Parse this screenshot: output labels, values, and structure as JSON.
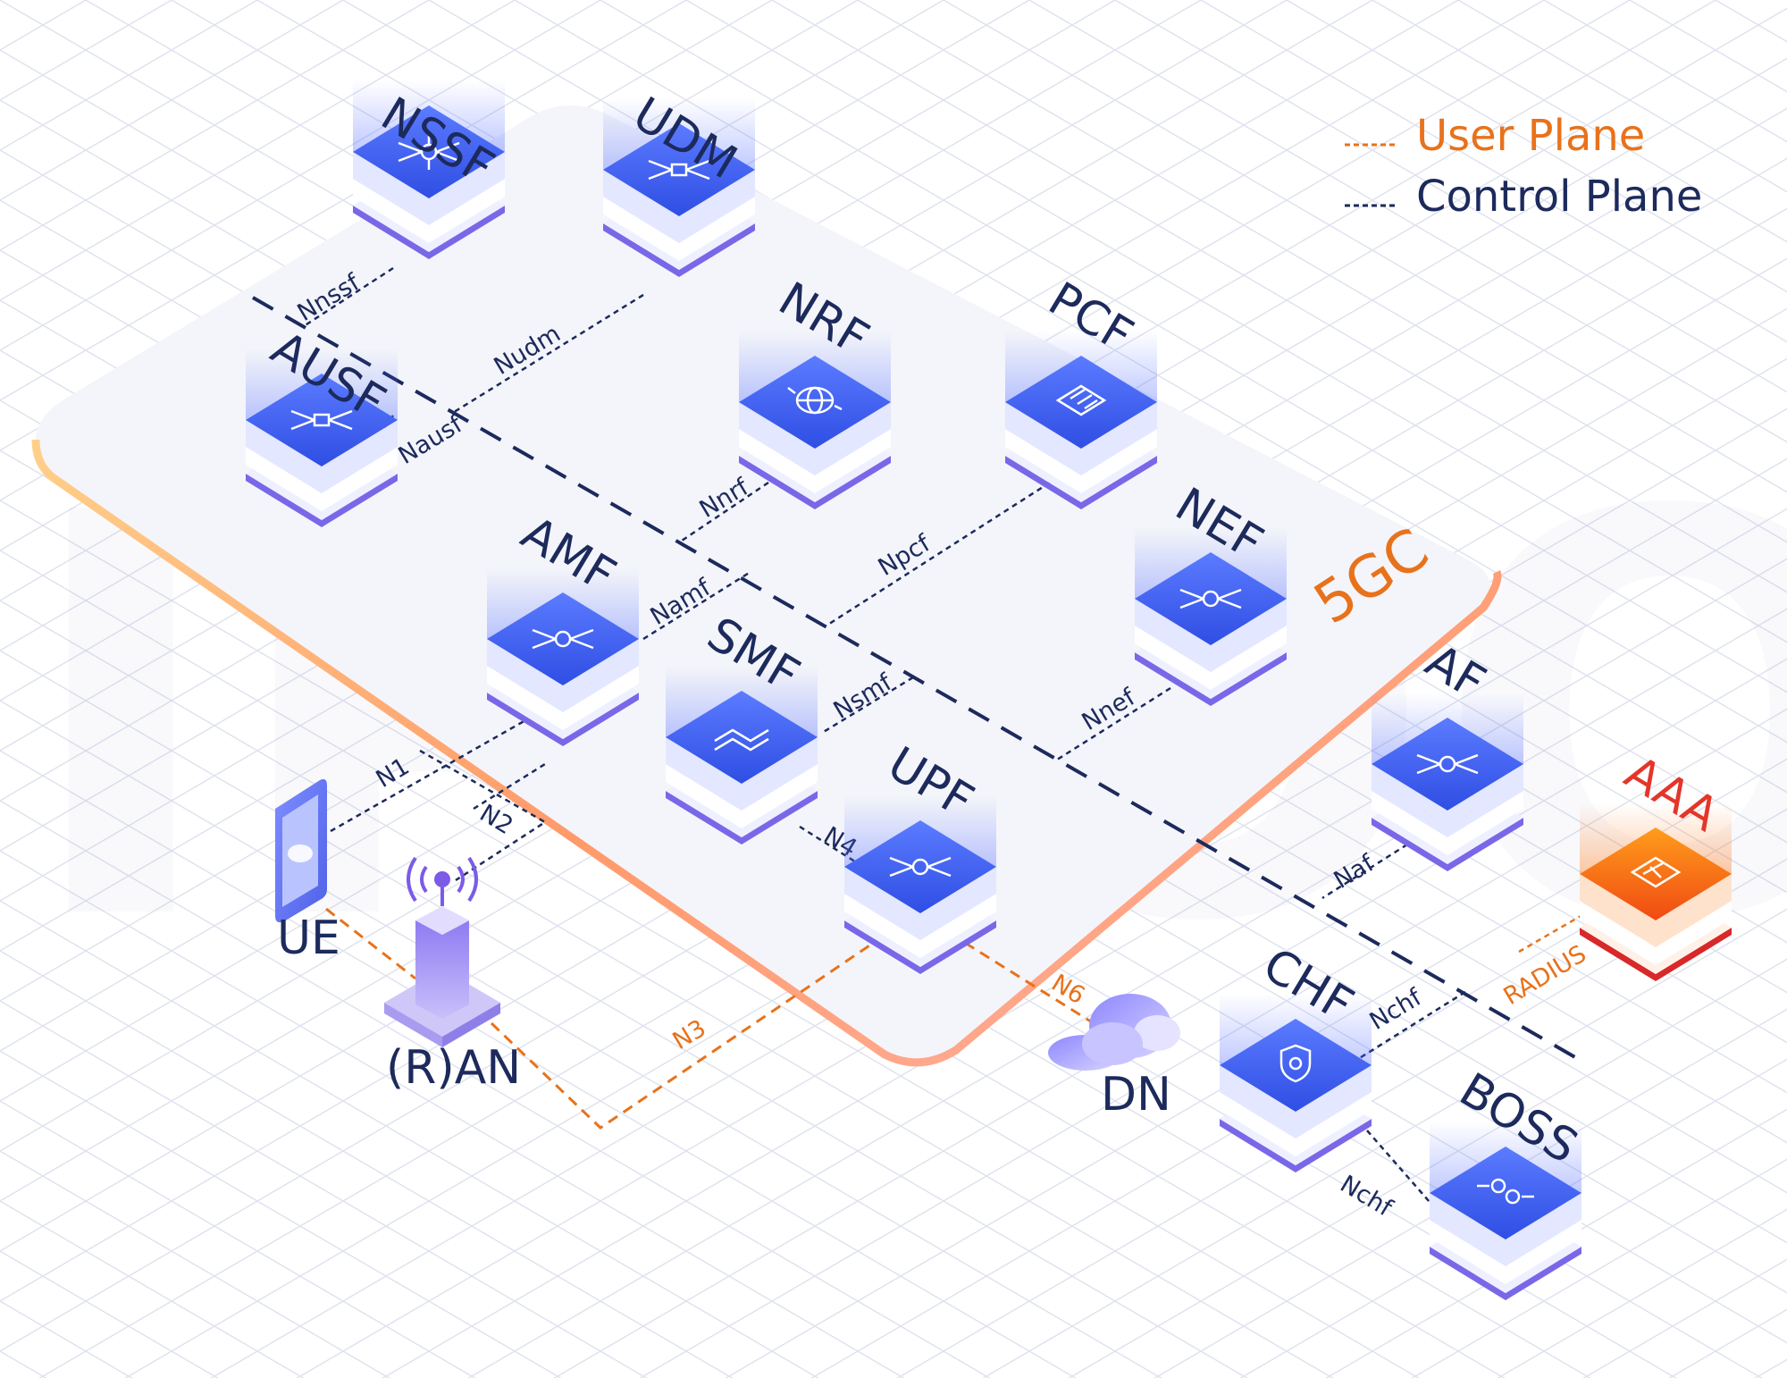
{
  "legend": {
    "user_plane": "User Plane",
    "control_plane": "Control Plane"
  },
  "core_label": "5GC",
  "watermark": "IPLOOK",
  "nodes": {
    "nssf": "NSSF",
    "udm": "UDM",
    "ausf": "AUSF",
    "nrf": "NRF",
    "pcf": "PCF",
    "amf": "AMF",
    "smf": "SMF",
    "nef": "NEF",
    "upf": "UPF",
    "af": "AF",
    "aaa": "AAA",
    "chf": "CHF",
    "boss": "BOSS",
    "ue": "UE",
    "ran": "(R)AN",
    "dn": "DN"
  },
  "interfaces": {
    "nnssf": "Nnssf",
    "nudm": "Nudm",
    "nausf": "Nausf",
    "nnrf": "Nnrf",
    "npcf": "Npcf",
    "namf": "Namf",
    "nsmf": "Nsmf",
    "nnef": "Nnef",
    "naf": "Naf",
    "nchf": "Nchf",
    "nchf2": "Nchf",
    "n1": "N1",
    "n2": "N2",
    "n3": "N3",
    "n4": "N4",
    "n6": "N6",
    "radius": "RADIUS"
  },
  "colors": {
    "control_plane": "#1c2a5c",
    "user_plane": "#e8721b",
    "node_blue": "#3d5cf0",
    "node_orange": "#f07a14",
    "aaa_label": "#e4352a"
  },
  "icons": {
    "nssf": "network-hub-icon",
    "udm": "network-hub-icon",
    "ausf": "network-hub-icon",
    "nrf": "globe-icon",
    "pcf": "calculator-icon",
    "amf": "network-hub-icon",
    "smf": "switch-icon",
    "nef": "network-hub-icon",
    "upf": "network-hub-icon",
    "af": "network-hub-icon",
    "aaa": "billing-icon",
    "chf": "shield-icon",
    "boss": "boss-icon",
    "ue": "smartphone-icon",
    "ran": "antenna-tower-icon",
    "dn": "cloud-icon"
  }
}
